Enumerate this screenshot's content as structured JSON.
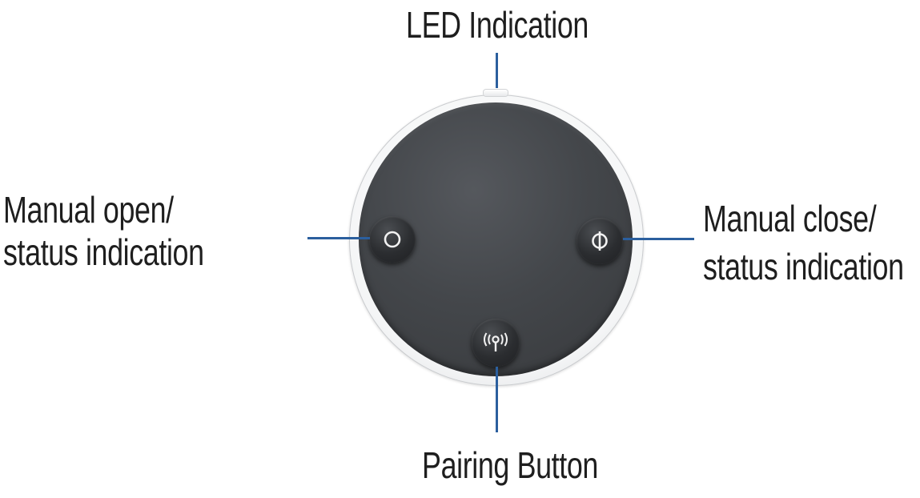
{
  "labels": {
    "led": "LED Indication",
    "open_line1": "Manual open/",
    "open_line2": "status indication",
    "close_line1": "Manual close/",
    "close_line2": "status indication",
    "pairing": "Pairing Button"
  },
  "icons": {
    "open_button": "circle-icon",
    "close_button": "phi-icon",
    "pairing_button": "antenna-signal-icon"
  },
  "colors": {
    "leader_line": "#2b5f9e",
    "device_face": "#44474b",
    "device_ring": "#f4f5f6"
  }
}
